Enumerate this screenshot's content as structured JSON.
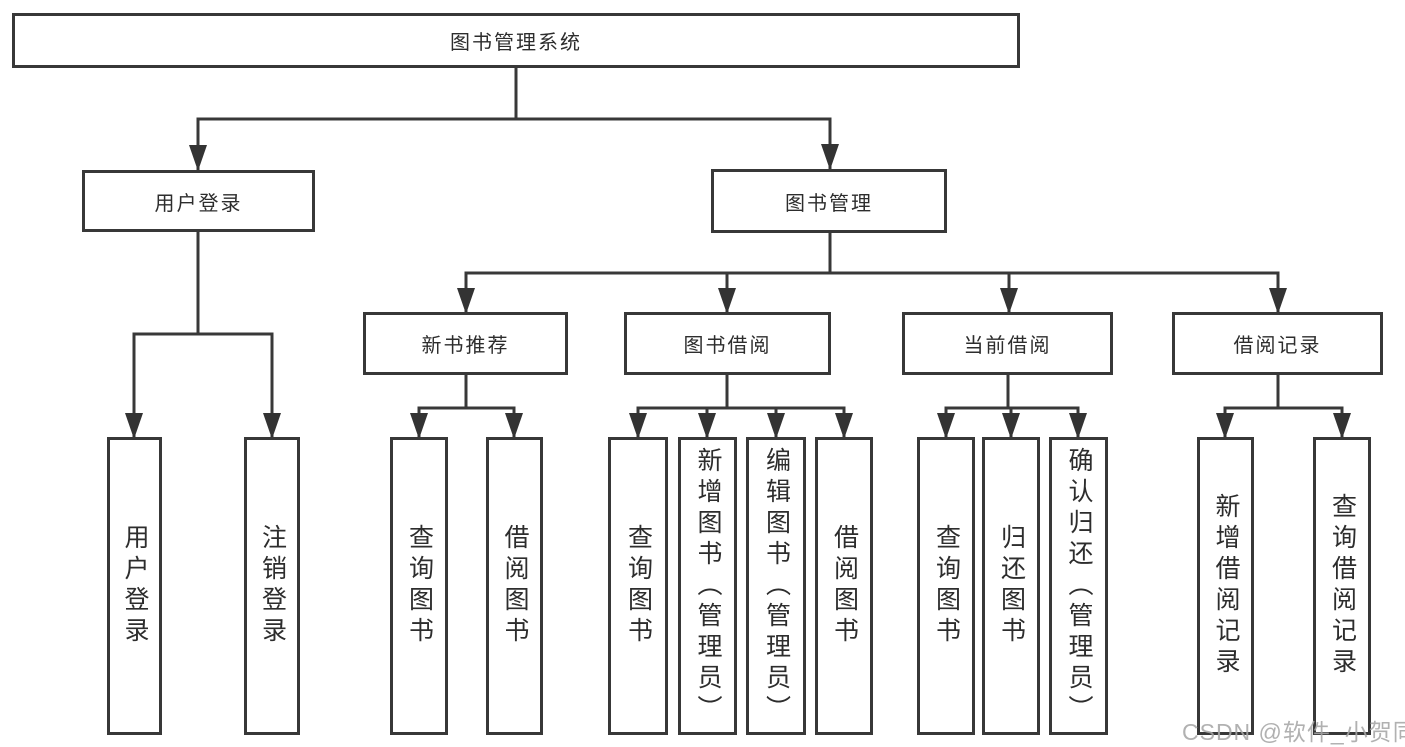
{
  "tree": {
    "root": {
      "label": "图书管理系统"
    },
    "level2": [
      {
        "label": "用户登录",
        "children": [
          {
            "label": "用户登录"
          },
          {
            "label": "注销登录"
          }
        ]
      },
      {
        "label": "图书管理",
        "children": [
          {
            "label": "新书推荐",
            "children": [
              {
                "label": "查询图书"
              },
              {
                "label": "借阅图书"
              }
            ]
          },
          {
            "label": "图书借阅",
            "children": [
              {
                "label": "查询图书"
              },
              {
                "label": "新增图书（管理员）"
              },
              {
                "label": "编辑图书（管理员）"
              },
              {
                "label": "借阅图书"
              }
            ]
          },
          {
            "label": "当前借阅",
            "children": [
              {
                "label": "查询图书"
              },
              {
                "label": "归还图书"
              },
              {
                "label": "确认归还（管理员）"
              }
            ]
          },
          {
            "label": "借阅记录",
            "children": [
              {
                "label": "新增借阅记录"
              },
              {
                "label": "查询借阅记录"
              }
            ]
          }
        ]
      }
    ]
  },
  "watermark": {
    "text": "CSDN @软件_小贺同学"
  },
  "colors": {
    "line": "#383838",
    "arrow": "#333333",
    "text": "#2d2d2d",
    "box_background": "#ffffff",
    "page_background": "#ffffff",
    "watermark": "#a6a6a6"
  }
}
